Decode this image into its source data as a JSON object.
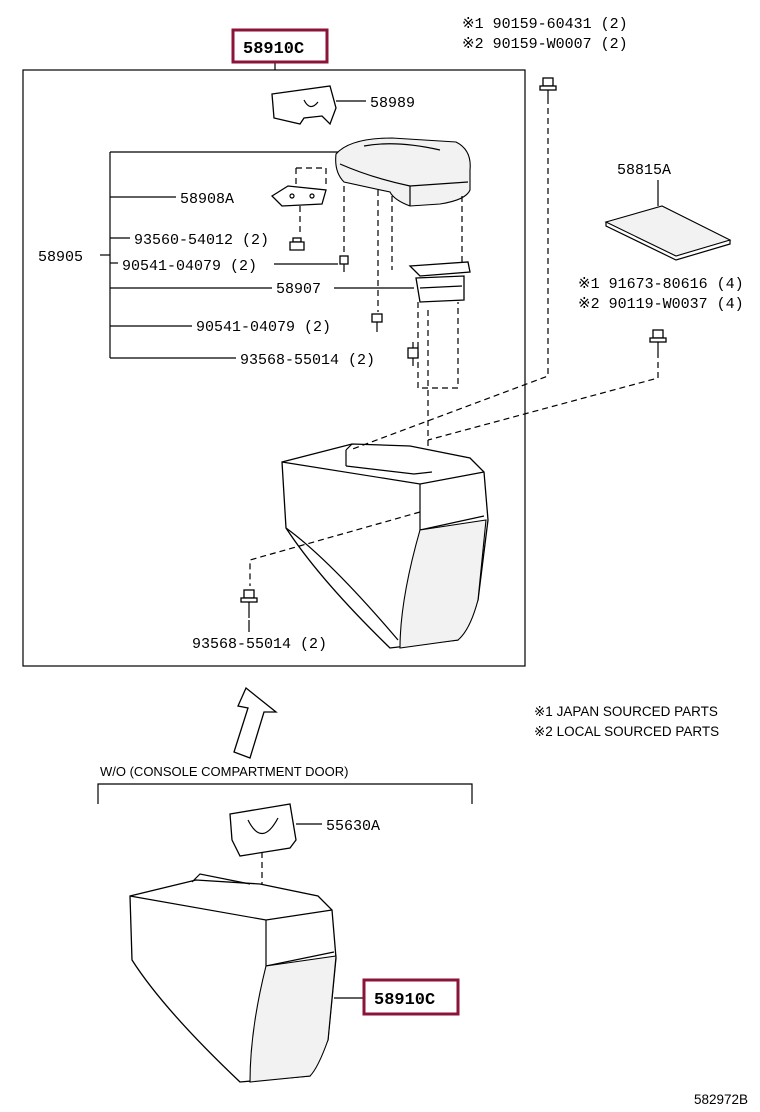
{
  "parts": {
    "main_assembly": "58910C",
    "cover_top": "58989",
    "hinge_plate": "58908A",
    "armrest_group": "58905",
    "screw_a": "93560-54012 (2)",
    "bolt_a": "90541-04079 (2)",
    "bracket": "58907",
    "bolt_b": "90541-04079 (2)",
    "screw_b": "93568-55014 (2)",
    "screw_c": "93568-55014 (2)",
    "mat": "58815A",
    "door_part": "55630A",
    "lower_assembly": "58910C"
  },
  "fasteners_top": {
    "jp": "※1 90159-60431 (2)",
    "local": "※2 90159-W0007 (2)"
  },
  "fasteners_right": {
    "jp": "※1 91673-80616 (4)",
    "local": "※2 90119-W0037 (4)"
  },
  "legend": {
    "jp": "※1   JAPAN SOURCED PARTS",
    "local": "※2   LOCAL SOURCED PARTS"
  },
  "variant_caption": "W/O (CONSOLE COMPARTMENT DOOR)",
  "figure_code": "582972B",
  "highlight_color": "#8a1538"
}
